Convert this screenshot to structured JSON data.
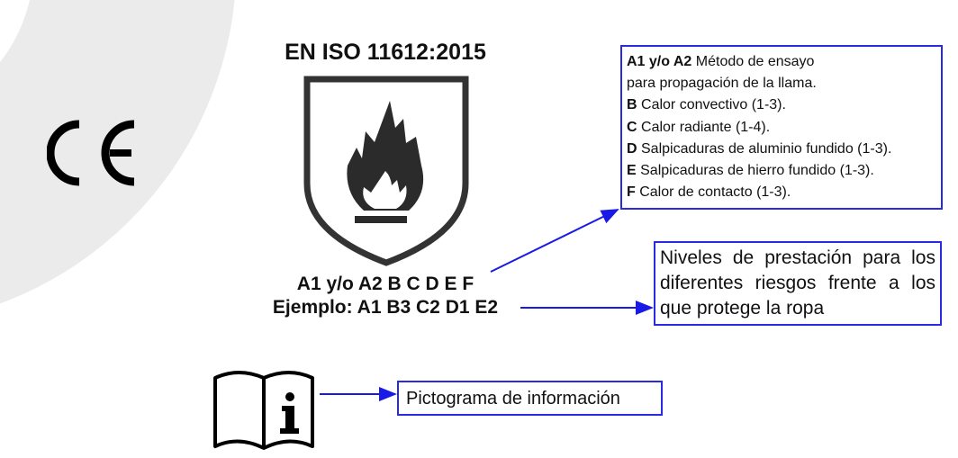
{
  "standard_title": "EN ISO 11612:2015",
  "codes_line": "A1 y/o A2 B C D E F",
  "example_line": "Ejemplo: A1 B3 C2 D1 E2",
  "legend": [
    {
      "code": "A1 y/o A2",
      "text": " Método de ensayo"
    },
    {
      "code": "",
      "text": "para propagación de la llama."
    },
    {
      "code": "B",
      "text": " Calor convectivo (1-3)."
    },
    {
      "code": "C",
      "text": " Calor radiante (1-4)."
    },
    {
      "code": "D",
      "text": " Salpicaduras de aluminio fundido (1-3)."
    },
    {
      "code": "E",
      "text": " Salpicaduras de hierro fundido (1-3)."
    },
    {
      "code": "F",
      "text": " Calor de contacto (1-3)."
    }
  ],
  "levels_note": "Niveles de prestación para los diferentes riesgos frente a los que protege la ropa",
  "info_label": "Pictograma de información",
  "ce_mark": "CE",
  "colors": {
    "arrow": "#1a1ae6",
    "box_border": "#2a2ae0",
    "watermark": "#ebebeb"
  }
}
